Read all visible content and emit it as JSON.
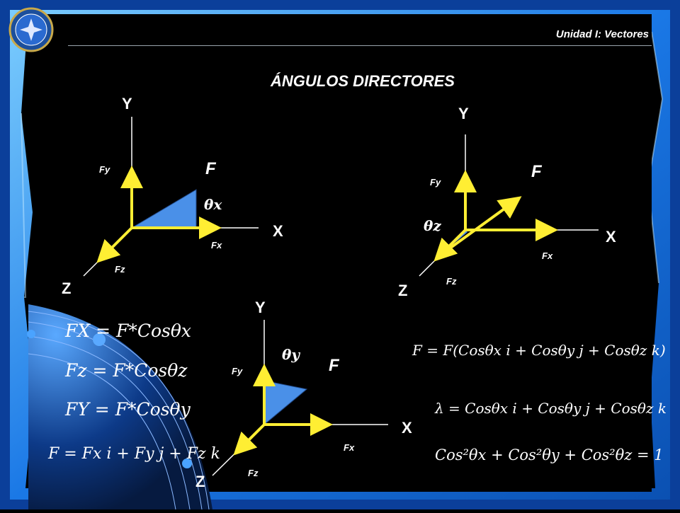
{
  "header": {
    "unit": "Unidad I: Vectores"
  },
  "title": "ÁNGULOS DIRECTORES",
  "diagrams": [
    {
      "y": "Y",
      "x": "X",
      "z": "Z",
      "fy": "Fy",
      "fx": "Fx",
      "fz": "Fz",
      "f": "F",
      "angle": "θx"
    },
    {
      "y": "Y",
      "x": "X",
      "z": "Z",
      "fy": "Fy",
      "fx": "Fx",
      "fz": "Fz",
      "f": "F",
      "angle": "θz"
    },
    {
      "y": "Y",
      "x": "X",
      "z": "Z",
      "fy": "Fy",
      "fx": "Fx",
      "fz": "Fz",
      "f": "F",
      "angle": "θy"
    }
  ],
  "equations": {
    "fx": "FX = F*Cosθx",
    "fz": "Fz = F*Cosθz",
    "fy": "FY = F*Cosθy",
    "fvec": "F = Fx i + Fy j + Fz k",
    "fvec_cos": "F = F(Cosθx i + Cosθy j + Cosθz k)",
    "lambda": "λ = Cosθx i + Cosθy j + Cosθz k",
    "identity": "Cos²θx + Cos²θy + Cos²θz = 1"
  },
  "colors": {
    "yellow": "#ffee33",
    "blue": "#4a90e8",
    "frame": "#1e7fe0",
    "background": "#000000"
  }
}
